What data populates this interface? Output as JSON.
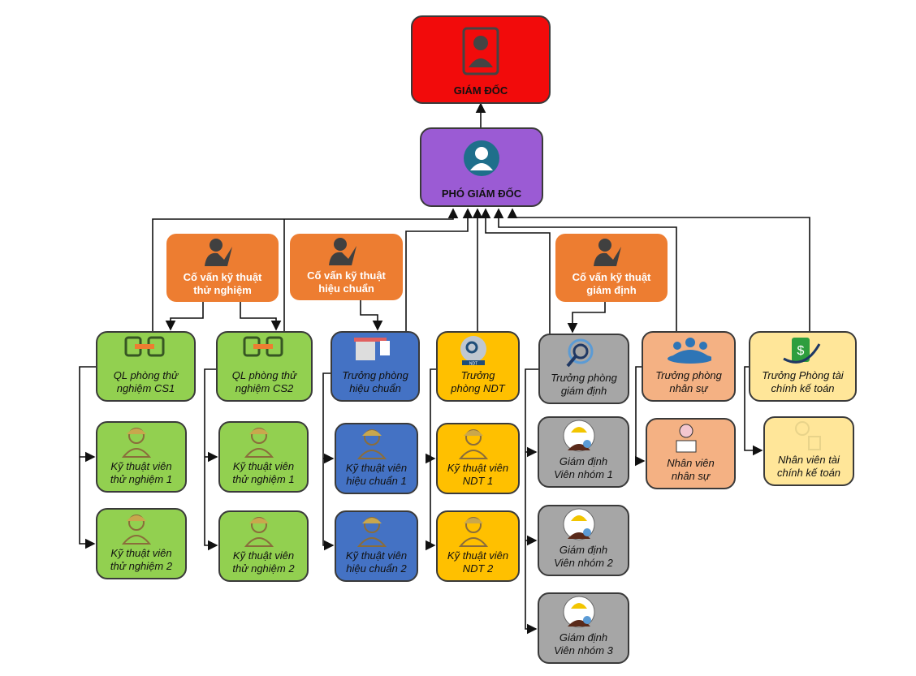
{
  "director": {
    "label": "GIÁM ĐỐC",
    "color": "#f20b0b"
  },
  "deputy": {
    "label": "PHÓ GIÁM ĐỐC",
    "color": "#9b5bd4"
  },
  "advisors": [
    {
      "line1": "Cố vấn kỹ thuật",
      "line2": "thử nghiệm"
    },
    {
      "line1": "Cố vấn kỹ thuật",
      "line2": "hiệu chuẩn"
    },
    {
      "line1": "Cố vấn kỹ thuật",
      "line2": "giám định"
    }
  ],
  "heads": [
    {
      "line1": "QL phòng thử",
      "line2": "nghiệm CS1",
      "color": "#92d050"
    },
    {
      "line1": "QL phòng thử",
      "line2": "nghiệm CS2",
      "color": "#92d050"
    },
    {
      "line1": "Trưởng phòng",
      "line2": "hiệu chuẩn",
      "color": "#4472c4"
    },
    {
      "line1": "Trưởng",
      "line2": "phòng NDT",
      "color": "#ffc000"
    },
    {
      "line1": "Trưởng phòng",
      "line2": "giám định",
      "color": "#a6a6a6"
    },
    {
      "line1": "Trưởng phòng",
      "line2": "nhân sự",
      "color": "#f4b183"
    },
    {
      "line1": "Trưởng Phòng tài",
      "line2": "chính kế toán",
      "color": "#ffe699"
    }
  ],
  "staff": [
    {
      "line1": "Kỹ thuật viên",
      "line2": "thử nghiệm 1"
    },
    {
      "line1": "Kỹ thuật viên",
      "line2": "thử nghiệm 2"
    },
    {
      "line1": "Kỹ thuật viên",
      "line2": "thử nghiệm 1"
    },
    {
      "line1": "Kỹ thuật viên",
      "line2": "thử nghiệm 2"
    },
    {
      "line1": "Kỹ thuật viên",
      "line2": "hiệu chuẩn 1"
    },
    {
      "line1": "Kỹ thuật viên",
      "line2": "hiệu chuẩn 2"
    },
    {
      "line1": "Kỹ thuật viên",
      "line2": "NDT 1"
    },
    {
      "line1": "Kỹ thuật viên",
      "line2": "NDT 2"
    },
    {
      "line1": "Giám định",
      "line2": "Viên nhóm 1"
    },
    {
      "line1": "Giám định",
      "line2": "Viên nhóm 2"
    },
    {
      "line1": "Giám định",
      "line2": "Viên nhóm 3"
    },
    {
      "line1": "Nhân viên",
      "line2": "nhân sự"
    },
    {
      "line1": "Nhân viên tài",
      "line2": "chính kế toán"
    }
  ],
  "ndt_badge": "NDT"
}
